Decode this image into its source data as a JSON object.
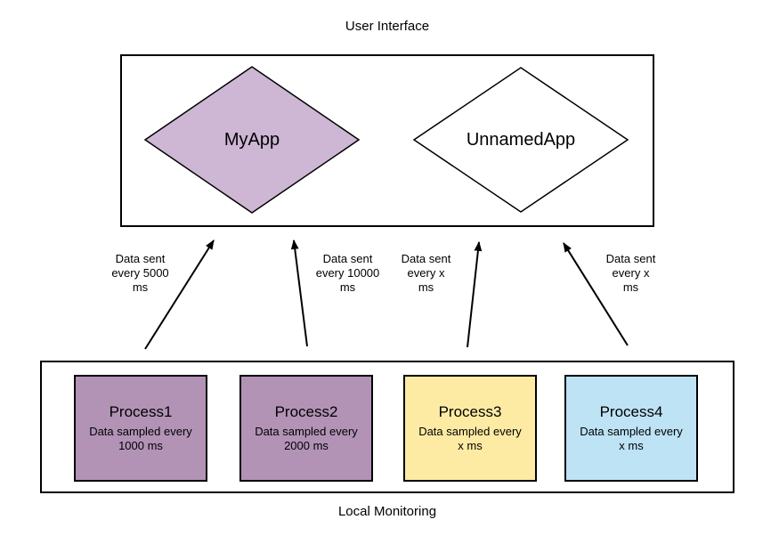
{
  "diagram": {
    "title": "User Interface",
    "footer": "Local Monitoring"
  },
  "apps": [
    {
      "label": "MyApp",
      "fill": "#cdb7d4"
    },
    {
      "label": "UnnamedApp",
      "fill": "#ffffff"
    }
  ],
  "arrows": [
    {
      "label": "Data sent\nevery 5000\nms"
    },
    {
      "label": "Data sent\nevery 10000\nms"
    },
    {
      "label": "Data sent\nevery x\nms"
    },
    {
      "label": "Data sent\nevery x\nms"
    }
  ],
  "processes": [
    {
      "name": "Process1",
      "detail": "Data sampled every\n1000 ms",
      "fill": "#b293b6"
    },
    {
      "name": "Process2",
      "detail": "Data sampled every\n2000 ms",
      "fill": "#b293b6"
    },
    {
      "name": "Process3",
      "detail": "Data sampled every\nx ms",
      "fill": "#fdeba3"
    },
    {
      "name": "Process4",
      "detail": "Data sampled every\nx ms",
      "fill": "#bde3f5"
    }
  ],
  "colors": {
    "stroke": "#000000",
    "background": "#ffffff"
  }
}
